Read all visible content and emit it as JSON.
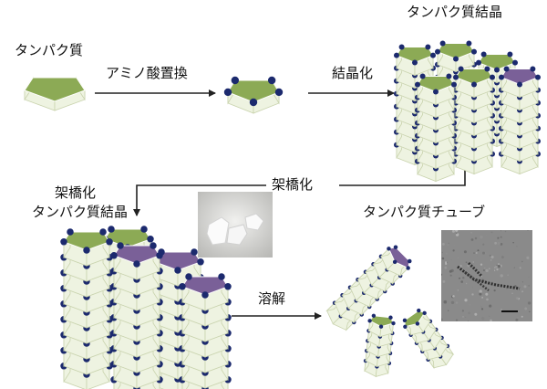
{
  "labels": {
    "protein": "タンパク質",
    "substitution": "アミノ酸置換",
    "crystallize": "結晶化",
    "protein_crystal": "タンパク質結晶",
    "crosslink": "架橋化",
    "crosslinked_line1": "架橋化",
    "crosslinked_line2": "タンパク質結晶",
    "protein_tube": "タンパク質チューブ",
    "dissolve": "溶解"
  },
  "colors": {
    "green": "#8caa55",
    "green_dark": "#5f7a32",
    "purple": "#7a6098",
    "purple_dark": "#553f72",
    "band": "#eef3e1",
    "band_edge": "#c9d3ad",
    "dot": "#1c2a6e",
    "arrow": "#222222"
  },
  "icons": {
    "photo_crystals": "crystal-photo-icon",
    "photo_microscope": "tem-micrograph-icon"
  }
}
